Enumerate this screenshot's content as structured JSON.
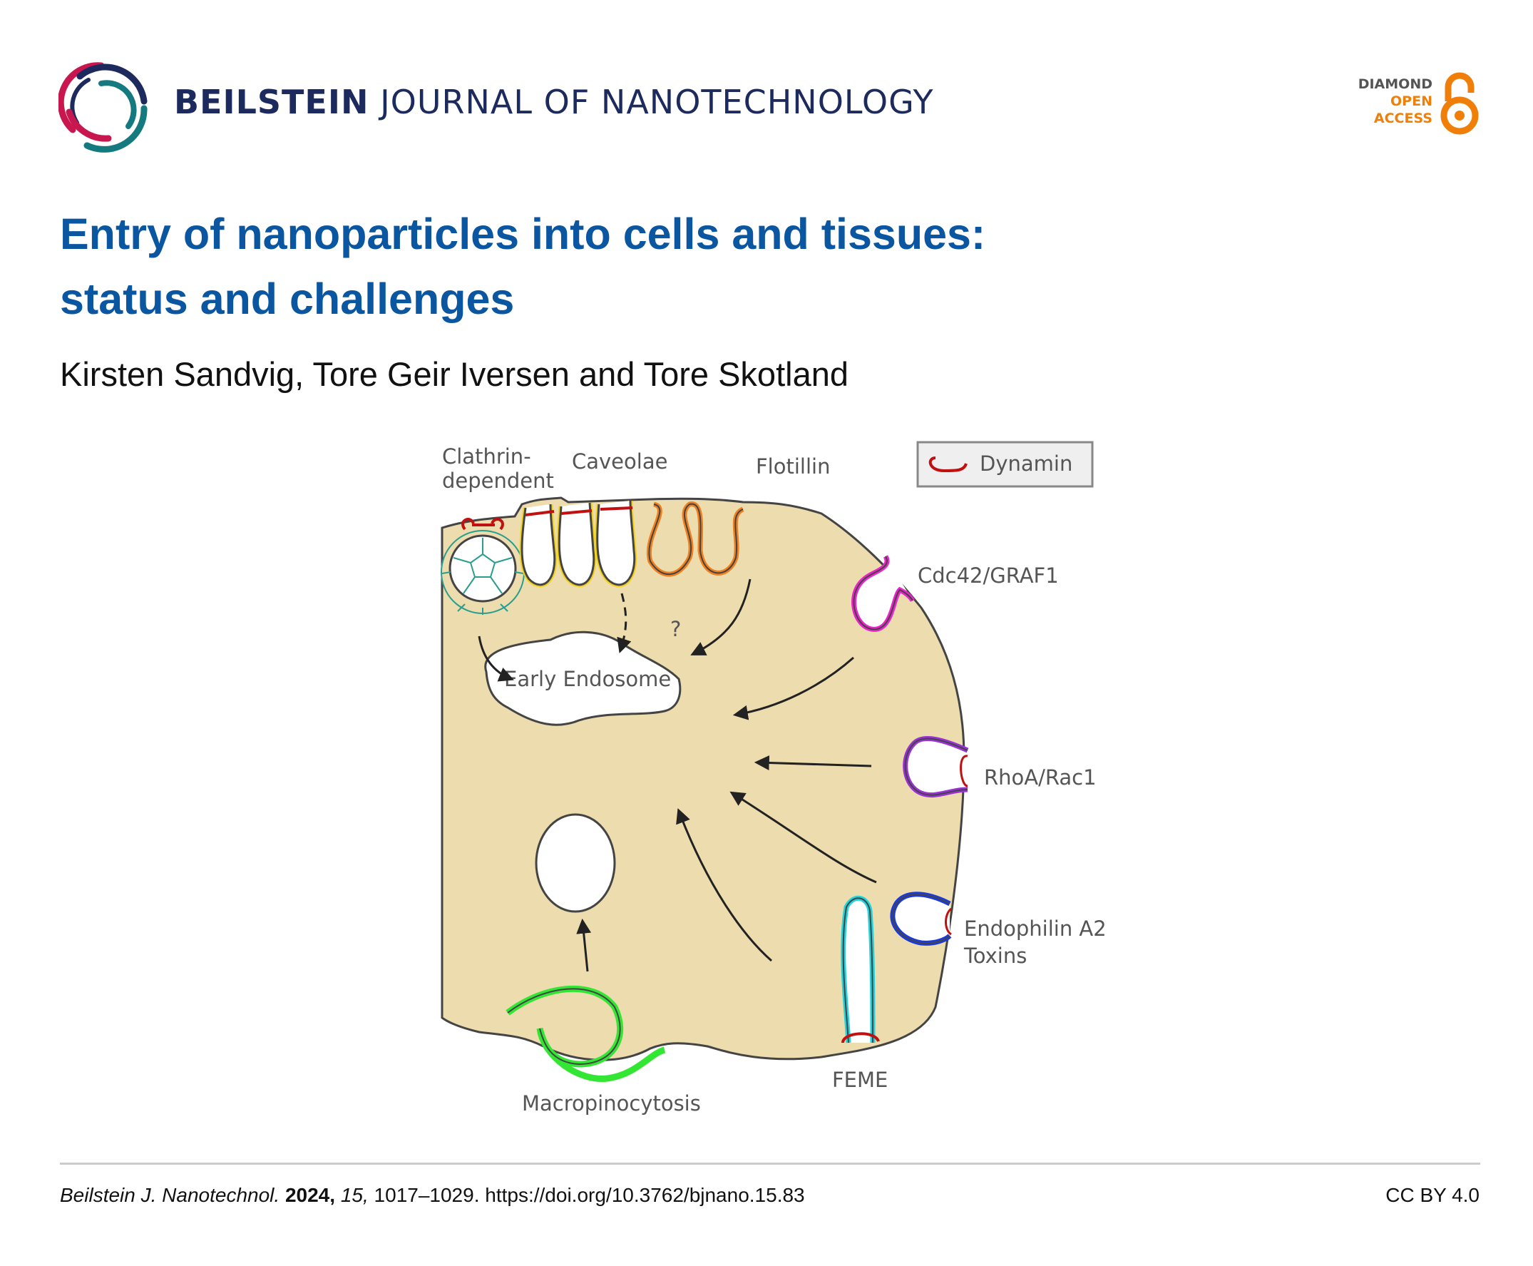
{
  "header": {
    "journal_name_bold": "BEILSTEIN",
    "journal_name_rest": "JOURNAL OF NANOTECHNOLOGY",
    "logo_icon": "beilstein-swirl-logo",
    "badge": {
      "line1": "DIAMOND",
      "line2": "OPEN",
      "line3": "ACCESS",
      "icon": "open-access-lock-icon",
      "colors": {
        "diamond": "#555555",
        "open_access": "#f07f0a"
      }
    }
  },
  "article": {
    "title_line1": "Entry of nanoparticles into cells and tissues:",
    "title_line2": "status and challenges",
    "authors": "Kirsten Sandvig, Tore Geir Iversen and Tore Skotland",
    "title_color": "#0b56a0"
  },
  "figure": {
    "legend": {
      "label": "Dynamin",
      "icon": "dynamin-ring-icon"
    },
    "pathways": [
      {
        "line1": "Clathrin-",
        "line2": "dependent",
        "color": "#2a9d8f"
      },
      {
        "line1": "Caveolae",
        "color": "#f2d21b"
      },
      {
        "line1": "Flotillin",
        "color": "#f07f20"
      },
      {
        "line1": "Cdc42/GRAF1",
        "color": "#ee22cc"
      },
      {
        "line1": "RhoA/Rac1",
        "color": "#9b30d9"
      },
      {
        "line1": "Endophilin A2",
        "line2": "Toxins",
        "color": "#1a3adf"
      },
      {
        "line1": "FEME",
        "color": "#22d3dd"
      },
      {
        "line1": "Macropinocytosis",
        "color": "#33e633"
      }
    ],
    "center_label": "Early Endosome",
    "flotillin_question": "?",
    "cell_color": "#ecdcae"
  },
  "footer": {
    "journal_abbrev": "Beilstein J. Nanotechnol.",
    "year": "2024,",
    "volume": "15,",
    "pages": "1017–1029.",
    "doi": "https://doi.org/10.3762/bjnano.15.83",
    "license": "CC BY 4.0"
  }
}
